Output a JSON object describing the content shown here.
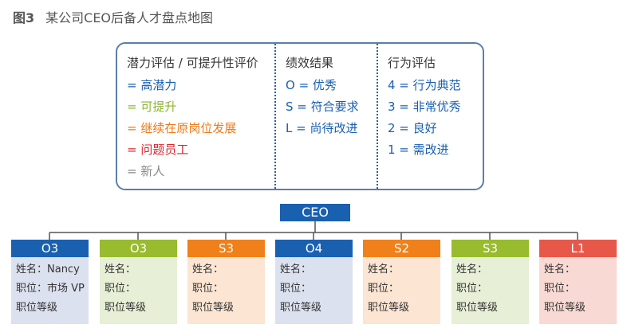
{
  "title": {
    "number": "图3",
    "text": "某公司CEO后备人才盘点地图"
  },
  "legend": {
    "columns": [
      {
        "heading": "潜力评估 / 可提升性评价",
        "items": [
          {
            "text": "= 高潜力",
            "color": "#1a60b0"
          },
          {
            "text": "= 可提升",
            "color": "#8db62f"
          },
          {
            "text": "= 继续在原岗位发展",
            "color": "#f07a17"
          },
          {
            "text": "= 问题员工",
            "color": "#d7282f"
          },
          {
            "text": "= 新人",
            "color": "#888888"
          }
        ]
      },
      {
        "heading": "绩效结果",
        "items": [
          {
            "text": "O  = 优秀",
            "color": "#1a60b0"
          },
          {
            "text": "S  = 符合要求",
            "color": "#1a60b0"
          },
          {
            "text": "L  = 尚待改进",
            "color": "#1a60b0"
          }
        ]
      },
      {
        "heading": "行为评估",
        "items": [
          {
            "text": "4  = 行为典范",
            "color": "#1a60b0"
          },
          {
            "text": "3  = 非常优秀",
            "color": "#1a60b0"
          },
          {
            "text": "2  = 良好",
            "color": "#1a60b0"
          },
          {
            "text": "1  = 需改进",
            "color": "#1a60b0"
          }
        ]
      }
    ]
  },
  "org": {
    "root": "CEO",
    "root_color": "#1a60b0",
    "line_color": "#555555",
    "cards": [
      {
        "code": "O3",
        "head_color": "#1a60b0",
        "body_color": "#dce1ef",
        "name": "姓名：Nancy",
        "position": "职位：市场 VP",
        "level": "职位等级"
      },
      {
        "code": "O3",
        "head_color": "#99bb2e",
        "body_color": "#e7efd6",
        "name": "姓名：",
        "position": "职位：",
        "level": "职位等级"
      },
      {
        "code": "S3",
        "head_color": "#f08019",
        "body_color": "#fce5d2",
        "name": "姓名：",
        "position": "职位：",
        "level": "职位等级"
      },
      {
        "code": "O4",
        "head_color": "#1a60b0",
        "body_color": "#dce1ef",
        "name": "姓名：",
        "position": "职位：",
        "level": "职位等级"
      },
      {
        "code": "S2",
        "head_color": "#f08019",
        "body_color": "#fce5d2",
        "name": "姓名：",
        "position": "职位：",
        "level": "职位等级"
      },
      {
        "code": "S3",
        "head_color": "#99bb2e",
        "body_color": "#e7efd6",
        "name": "姓名：",
        "position": "职位：",
        "level": "职位等级"
      },
      {
        "code": "L1",
        "head_color": "#e8584a",
        "body_color": "#f9d9d3",
        "name": "姓名：",
        "position": "职位：",
        "level": "职位等级"
      }
    ]
  }
}
